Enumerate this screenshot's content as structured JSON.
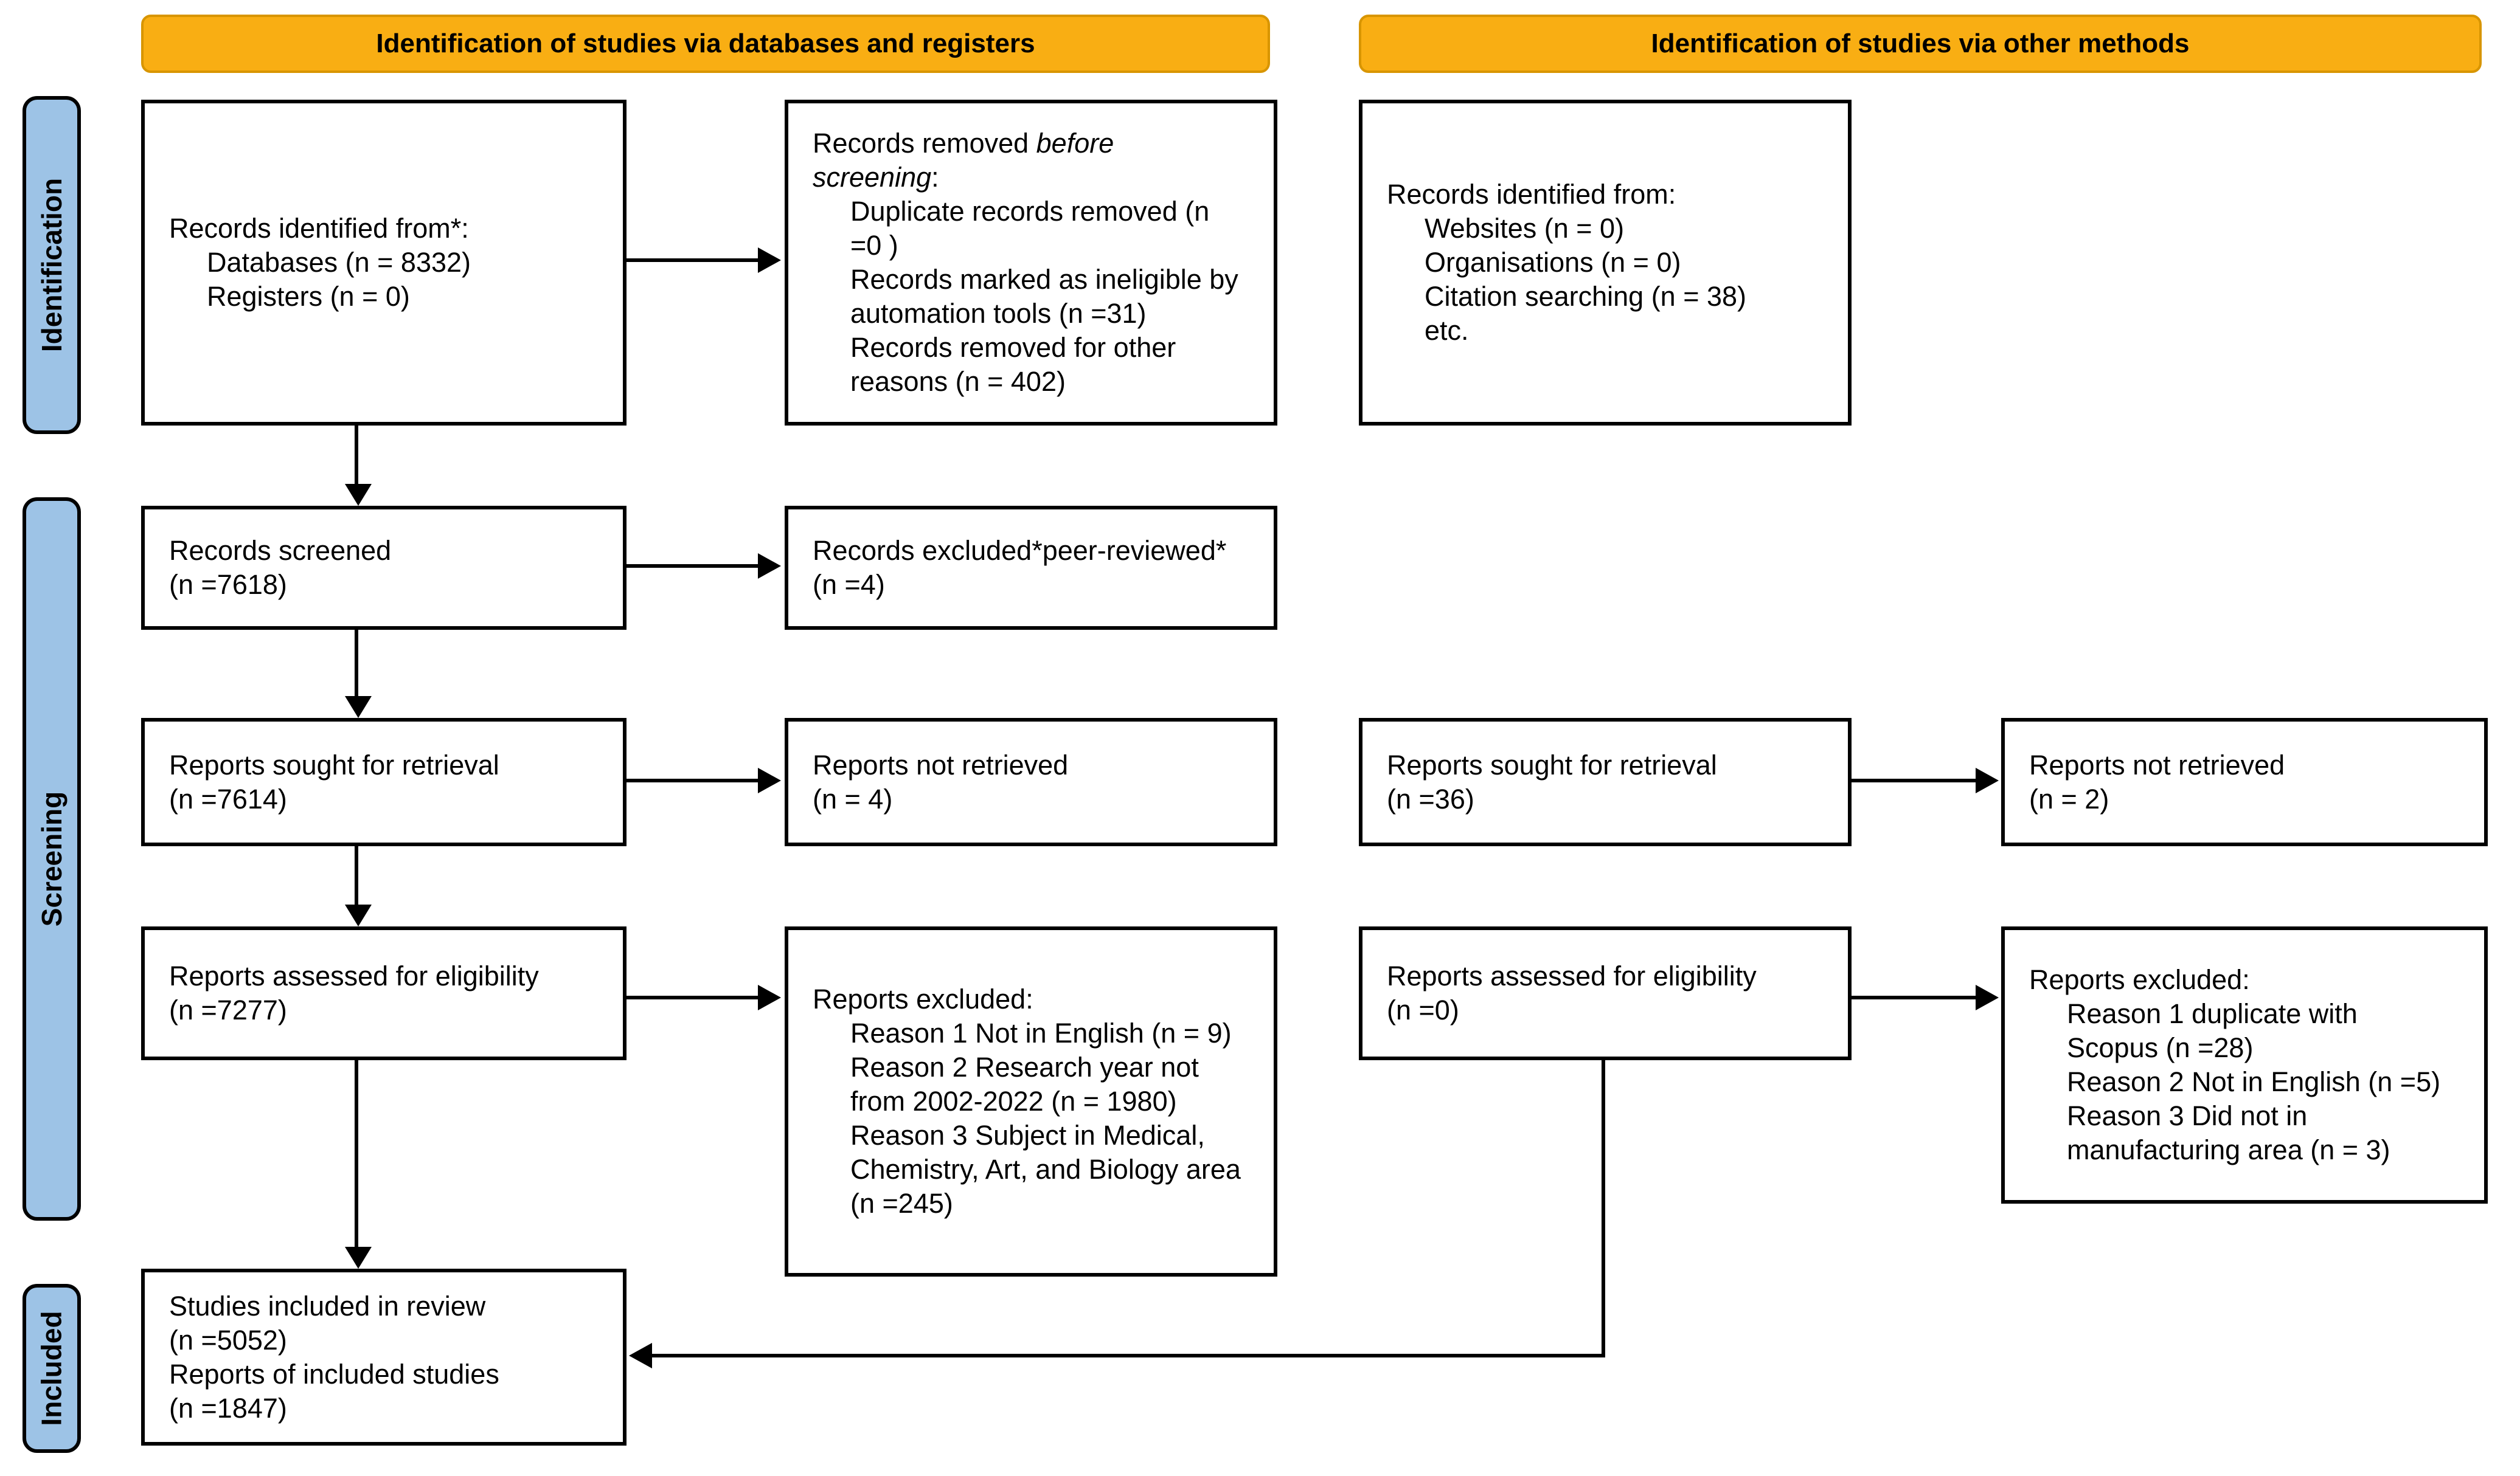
{
  "banners": {
    "databases_registers": "Identification of studies via databases and registers",
    "other_methods": "Identification of studies via other methods"
  },
  "sidebar": {
    "identification": "Identification",
    "screening": "Screening",
    "included": "Included"
  },
  "colors": {
    "banner": "#F9AE13",
    "banner_border": "#D89500",
    "sidebar": "#9DC3E6",
    "line": "#000000"
  },
  "boxes": {
    "identified_db": {
      "lines": [
        {
          "seg": [
            {
              "t": "Records identified from*:"
            }
          ]
        },
        {
          "ind": 1,
          "seg": [
            {
              "t": "Databases (n = 8332)"
            }
          ]
        },
        {
          "ind": 1,
          "seg": [
            {
              "t": "Registers (n = 0)"
            }
          ]
        }
      ]
    },
    "removed_before": {
      "lines": [
        {
          "seg": [
            {
              "t": "Records removed "
            },
            {
              "t": "before screening",
              "i": true
            },
            {
              "t": ":"
            }
          ]
        },
        {
          "ind": 1,
          "seg": [
            {
              "t": "Duplicate records removed (n =0 )"
            }
          ]
        },
        {
          "ind": 1,
          "seg": [
            {
              "t": "Records marked as ineligible by automation tools (n =31)"
            }
          ]
        },
        {
          "ind": 1,
          "seg": [
            {
              "t": "Records removed for other reasons (n = 402)"
            }
          ]
        }
      ]
    },
    "identified_other": {
      "lines": [
        {
          "seg": [
            {
              "t": "Records identified from:"
            }
          ]
        },
        {
          "ind": 1,
          "seg": [
            {
              "t": "Websites (n = 0)"
            }
          ]
        },
        {
          "ind": 1,
          "seg": [
            {
              "t": "Organisations (n = 0)"
            }
          ]
        },
        {
          "ind": 1,
          "seg": [
            {
              "t": "Citation searching (n = 38)"
            }
          ]
        },
        {
          "ind": 1,
          "seg": [
            {
              "t": "etc."
            }
          ]
        }
      ]
    },
    "screened": {
      "lines": [
        {
          "seg": [
            {
              "t": "Records screened"
            }
          ]
        },
        {
          "seg": [
            {
              "t": "(n =7618)"
            }
          ]
        }
      ]
    },
    "excluded_peer": {
      "lines": [
        {
          "seg": [
            {
              "t": "Records excluded*peer-reviewed*"
            }
          ]
        },
        {
          "seg": [
            {
              "t": "(n =4)"
            }
          ]
        }
      ]
    },
    "sought_db": {
      "lines": [
        {
          "seg": [
            {
              "t": "Reports sought for retrieval"
            }
          ]
        },
        {
          "seg": [
            {
              "t": "(n =7614)"
            }
          ]
        }
      ]
    },
    "not_retrieved_db": {
      "lines": [
        {
          "seg": [
            {
              "t": "Reports not retrieved"
            }
          ]
        },
        {
          "seg": [
            {
              "t": "(n = 4)"
            }
          ]
        }
      ]
    },
    "assessed_db": {
      "lines": [
        {
          "seg": [
            {
              "t": "Reports assessed for eligibility"
            }
          ]
        },
        {
          "seg": [
            {
              "t": "(n =7277)"
            }
          ]
        }
      ]
    },
    "excluded_db": {
      "lines": [
        {
          "seg": [
            {
              "t": "Reports excluded:"
            }
          ]
        },
        {
          "ind": 1,
          "seg": [
            {
              "t": "Reason 1 Not in English (n = 9)"
            }
          ]
        },
        {
          "ind": 1,
          "seg": [
            {
              "t": "Reason 2 Research year not from 2002-2022 (n = 1980)"
            }
          ]
        },
        {
          "ind": 1,
          "seg": [
            {
              "t": "Reason 3 Subject in Medical, Chemistry, Art, and Biology area (n =245)"
            }
          ]
        }
      ]
    },
    "sought_other": {
      "lines": [
        {
          "seg": [
            {
              "t": "Reports sought for retrieval"
            }
          ]
        },
        {
          "seg": [
            {
              "t": "(n =36)"
            }
          ]
        }
      ]
    },
    "not_retrieved_other": {
      "lines": [
        {
          "seg": [
            {
              "t": "Reports not retrieved"
            }
          ]
        },
        {
          "seg": [
            {
              "t": "(n = 2)"
            }
          ]
        }
      ]
    },
    "assessed_other": {
      "lines": [
        {
          "seg": [
            {
              "t": "Reports assessed for eligibility"
            }
          ]
        },
        {
          "seg": [
            {
              "t": "(n =0)"
            }
          ]
        }
      ]
    },
    "excluded_other": {
      "lines": [
        {
          "seg": [
            {
              "t": "Reports excluded:"
            }
          ]
        },
        {
          "ind": 1,
          "seg": [
            {
              "t": "Reason 1 duplicate with Scopus (n =28)"
            }
          ]
        },
        {
          "ind": 1,
          "seg": [
            {
              "t": "Reason 2 Not in English (n =5)"
            }
          ]
        },
        {
          "ind": 1,
          "seg": [
            {
              "t": "Reason 3 Did not in manufacturing area (n = 3)"
            }
          ]
        }
      ]
    },
    "included": {
      "lines": [
        {
          "seg": [
            {
              "t": "Studies included in review"
            }
          ]
        },
        {
          "seg": [
            {
              "t": "(n =5052)"
            }
          ]
        },
        {
          "seg": [
            {
              "t": "Reports of included studies"
            }
          ]
        },
        {
          "seg": [
            {
              "t": "(n =1847)"
            }
          ]
        }
      ]
    }
  }
}
